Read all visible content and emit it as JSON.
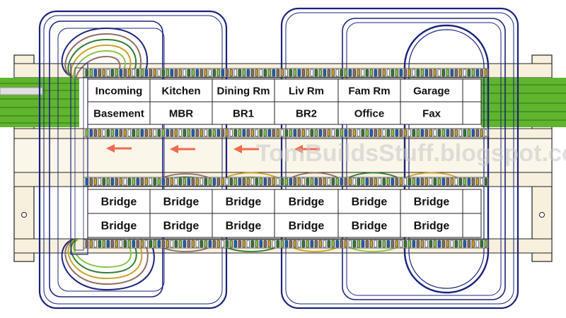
{
  "labels": {
    "top_row": [
      "Incoming",
      "Kitchen",
      "Dining Rm",
      "Liv Rm",
      "Fam Rm",
      "Garage"
    ],
    "second_row": [
      "Basement",
      "MBR",
      "BR1",
      "BR2",
      "Office",
      "Fax"
    ],
    "bridge_row_1": [
      "Bridge",
      "Bridge",
      "Bridge",
      "Bridge",
      "Bridge",
      "Bridge"
    ],
    "bridge_row_2": [
      "Bridge",
      "Bridge",
      "Bridge",
      "Bridge",
      "Bridge",
      "Bridge"
    ]
  },
  "watermark": "TomBuildsStuff.blogspot.com",
  "colors": {
    "cable_green": "#5fb52e",
    "outline_blue": "#1a237e",
    "arrow": "#f06a4f",
    "panel_cream": "#f7f0dd",
    "wire_colors": [
      "#2e7d32",
      "#8bc34a",
      "#1565c0",
      "#8d6e63",
      "#c9a227",
      "#ffffff"
    ]
  }
}
